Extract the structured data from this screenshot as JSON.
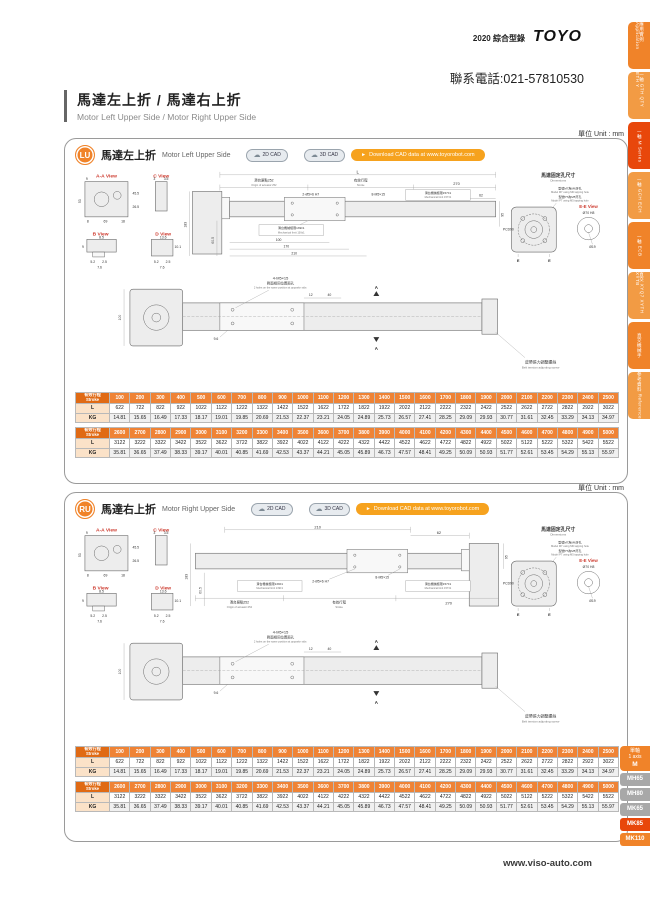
{
  "colors": {
    "accent": "#f08329",
    "active": "#e8470b",
    "table_header": "#ef8335",
    "table_header_dark": "#e06a14",
    "label_cell": "#fbe2c8",
    "red_label": "#cd3a2e"
  },
  "header": {
    "catalog": "2020 綜合型錄",
    "brand": "TOYO",
    "phone": "聯系電話:021-57810530",
    "title_cn": "馬達左上折 / 馬達右上折",
    "title_en": "Motor Left Upper Side / Motor Right Upper Side"
  },
  "labels": {
    "unit": "單位 Unit : mm"
  },
  "cad": {
    "c2d": "2D CAD",
    "c3d": "3D CAD",
    "cloud_icon": "☁",
    "arrow_icon": "►",
    "download": "Download CAD data at www.toyorobot.com"
  },
  "panels": {
    "lu": {
      "badge": "LU",
      "title_cn": "馬達左上折",
      "title_en": "Motor Left Upper Side"
    },
    "ru": {
      "badge": "RU",
      "title_cn": "馬達右上折",
      "title_en": "Motor Right Upper Side"
    }
  },
  "dims": {
    "viewA": "A-A View",
    "viewB": "B View",
    "viewC": "C View",
    "viewD": "D View",
    "viewEE": "E-E View",
    "L": "L",
    "n3": "3",
    "n3_5": "3.5",
    "n5_2": "5.2",
    "n2_5": "2.5",
    "n7_6": "7.6",
    "n8": "8",
    "n8_5": "8.5",
    "n9": "9",
    "n9_6": "9.6",
    "n10_1": "10.1",
    "n12": "12",
    "n13_6": "13.6",
    "n18": "18",
    "n26_5": "26.5",
    "n40": "40",
    "n45_5": "45.5",
    "n53": "53",
    "n60_5": "60.5",
    "n62": "62",
    "n69": "69",
    "n95": "95",
    "n100": "100",
    "n170": "170",
    "n183": "183",
    "n210": "210",
    "n270": "270",
    "origin_cn": "滑台原點252",
    "origin_en": "Origin of actuator:252",
    "stroke_cn": "有效行程",
    "stroke_en": "Stroke",
    "mech139_cn": "滑台機械極限139±1",
    "mech139_en": "Mechanical limit 139±1",
    "mech157_cn": "滑台機械極限157±1",
    "mech157_en": "Mechanical limit 157±1",
    "holes2": "2-Ø5×6 H7",
    "holes8": "8-M5×15",
    "holes4": "4-M5×15",
    "holes4_cn": "對面相同位置兩孔",
    "holes4_en": "2 holes on the same position at opposite side.",
    "pcd": "PCD90",
    "dia70": "Ø70 H8",
    "dia19": "Ø19",
    "motor_hole_cn": "馬達固定孔尺寸",
    "motor_hole_en": "Dimensions",
    "m7_cn": "型號M7為M6牙孔",
    "m7_en": "Model M7 using M6 tapping hole",
    "p7_cn": "型號P7為M5牙孔",
    "p7_en": "Model P7 using M5 tapping hole",
    "belt_cn": "皮帶張力調整螺絲",
    "belt_en": "Belt tension adjusting screw",
    "secA": "A",
    "secE": "E"
  },
  "stroke_table": {
    "header_label_cn": "有效行程",
    "header_label_en": "Stroke",
    "row_l_label": "L",
    "row_kg_label": "KG",
    "part1": {
      "strokes": [
        "100",
        "200",
        "300",
        "400",
        "500",
        "600",
        "700",
        "800",
        "900",
        "1000",
        "1100",
        "1200",
        "1300",
        "1400",
        "1500",
        "1600",
        "1700",
        "1800",
        "1900",
        "2000",
        "2100",
        "2200",
        "2300",
        "2400",
        "2500"
      ],
      "L": [
        "622",
        "722",
        "822",
        "922",
        "1022",
        "1122",
        "1222",
        "1322",
        "1422",
        "1522",
        "1622",
        "1722",
        "1822",
        "1922",
        "2022",
        "2122",
        "2222",
        "2322",
        "2422",
        "2522",
        "2622",
        "2722",
        "2822",
        "2922",
        "3022"
      ],
      "KG": [
        "14.81",
        "15.65",
        "16.49",
        "17.33",
        "18.17",
        "19.01",
        "19.85",
        "20.69",
        "21.53",
        "22.37",
        "23.21",
        "24.05",
        "24.89",
        "25.73",
        "26.57",
        "27.41",
        "28.25",
        "29.09",
        "29.93",
        "30.77",
        "31.61",
        "32.45",
        "33.29",
        "34.13",
        "34.97"
      ]
    },
    "part2": {
      "strokes": [
        "2600",
        "2700",
        "2800",
        "2900",
        "3000",
        "3100",
        "3200",
        "3300",
        "3400",
        "3500",
        "3600",
        "3700",
        "3800",
        "3900",
        "4000",
        "4100",
        "4200",
        "4300",
        "4400",
        "4500",
        "4600",
        "4700",
        "4800",
        "4900",
        "5000"
      ],
      "L": [
        "3122",
        "3222",
        "3322",
        "3422",
        "3522",
        "3622",
        "3722",
        "3822",
        "3922",
        "4022",
        "4122",
        "4222",
        "4322",
        "4422",
        "4522",
        "4622",
        "4722",
        "4822",
        "4922",
        "5022",
        "5122",
        "5222",
        "5322",
        "5422",
        "5522"
      ],
      "KG": [
        "35.81",
        "36.65",
        "37.49",
        "38.33",
        "39.17",
        "40.01",
        "40.85",
        "41.69",
        "42.53",
        "43.37",
        "44.21",
        "45.05",
        "45.89",
        "46.73",
        "47.57",
        "48.41",
        "49.25",
        "50.09",
        "50.93",
        "51.77",
        "52.61",
        "53.45",
        "54.29",
        "55.13",
        "55.97"
      ]
    }
  },
  "side_tabs": [
    {
      "label": "應用實例 Application",
      "state": ""
    },
    {
      "label": "一軸 GTH QTY ETH Y",
      "state": ""
    },
    {
      "label": "一軸 M Series",
      "state": "active"
    },
    {
      "label": "一軸 GCH ECH",
      "state": ""
    },
    {
      "label": "一軸 ECB",
      "state": ""
    },
    {
      "label": "直交 XYQ7 XYTH XYTB",
      "state": ""
    },
    {
      "label": "直交機械手",
      "state": ""
    },
    {
      "label": "參考資料 Reference",
      "state": ""
    }
  ],
  "model_nav": {
    "header_cn": "單軸",
    "header_en": "1 axis",
    "header_series": "M",
    "items": [
      {
        "label": "MH65",
        "state": "gray"
      },
      {
        "label": "MH80",
        "state": "gray"
      },
      {
        "label": "MK65",
        "state": "gray"
      },
      {
        "label": "MK85",
        "state": "active"
      },
      {
        "label": "MK110",
        "state": "accent"
      }
    ]
  },
  "footer": {
    "website": "www.viso-auto.com"
  }
}
